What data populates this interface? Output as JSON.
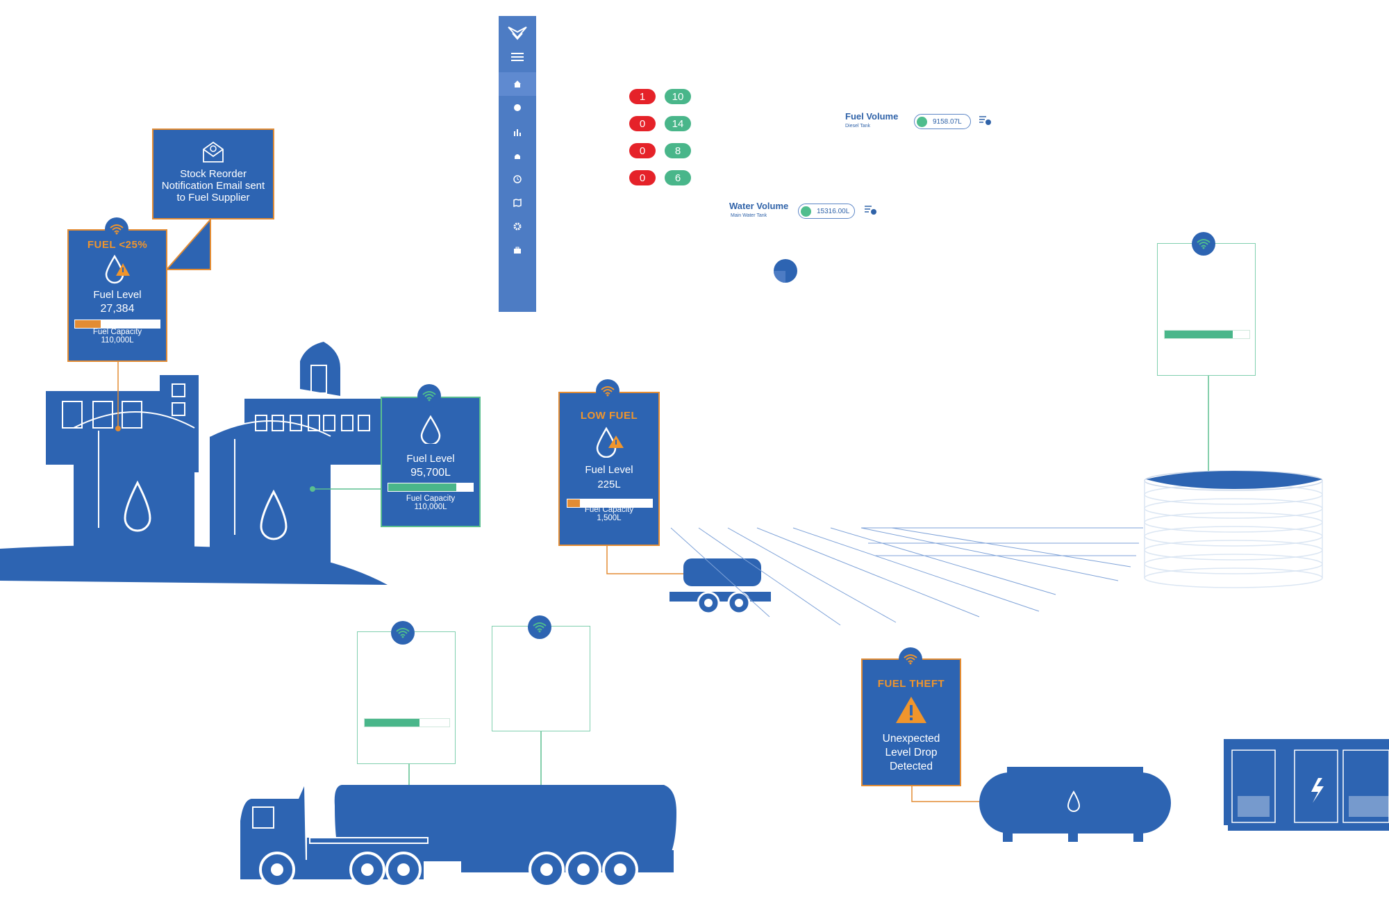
{
  "colors": {
    "brand_blue": "#2d64b2",
    "sidebar_blue": "#4d7cc4",
    "alert_orange": "#e38c33",
    "ok_green": "#49b68a",
    "critical_red": "#e52229"
  },
  "sidebar": {
    "items": [
      {
        "icon": "logo-icon"
      },
      {
        "icon": "menu-icon"
      },
      {
        "icon": "home-icon",
        "active": true
      },
      {
        "icon": "globe-icon"
      },
      {
        "icon": "bar-chart-icon"
      },
      {
        "icon": "alarm-icon"
      },
      {
        "icon": "clock-icon"
      },
      {
        "icon": "map-icon"
      },
      {
        "icon": "gear-icon"
      },
      {
        "icon": "briefcase-icon"
      }
    ]
  },
  "counters": [
    {
      "alerts": "1",
      "ok": "10"
    },
    {
      "alerts": "0",
      "ok": "14"
    },
    {
      "alerts": "0",
      "ok": "8"
    },
    {
      "alerts": "0",
      "ok": "6"
    }
  ],
  "fuel_volume": {
    "title": "Fuel Volume",
    "subtitle": "Diesel Tank",
    "value": "9158.07L"
  },
  "water_volume": {
    "title": "Water Volume",
    "subtitle": "Main Water Tank",
    "value": "15316.00L"
  },
  "email_notice": {
    "text": "Stock Reorder Notification Email sent to Fuel Supplier",
    "icon": "email-icon"
  },
  "tank_a": {
    "alert": "FUEL <25%",
    "level_label": "Fuel Level",
    "level_value": "27,384",
    "capacity_label": "Fuel Capacity",
    "capacity_value": "110,000L",
    "fill_fraction": 0.3
  },
  "tank_b": {
    "level_label": "Fuel Level",
    "level_value": "95,700L",
    "capacity_label": "Fuel Capacity",
    "capacity_value": "110,000L",
    "fill_fraction": 0.8
  },
  "trailer": {
    "alert": "LOW FUEL",
    "level_label": "Fuel Level",
    "level_value": "225L",
    "capacity_label": "Fuel Capacity",
    "capacity_value": "1,500L",
    "fill_fraction": 0.15
  },
  "water_tank": {
    "fill_fraction": 0.8
  },
  "truck_sensor_1": {
    "fill_fraction": 0.65
  },
  "theft": {
    "alert": "FUEL THEFT",
    "message": "Unexpected Level Drop Detected"
  }
}
